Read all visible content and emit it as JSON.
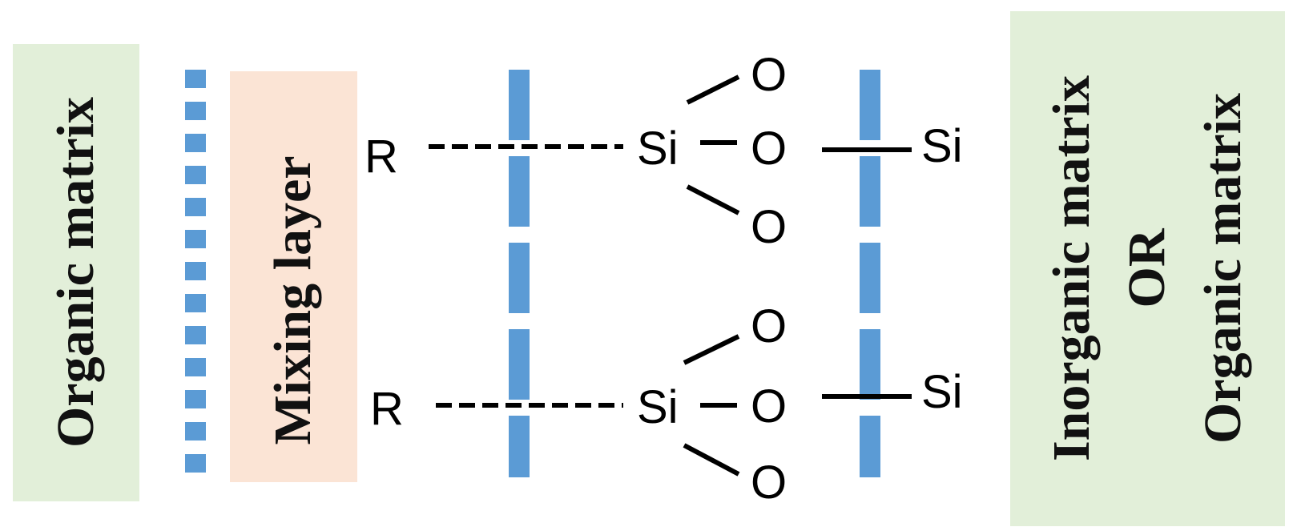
{
  "colors": {
    "matrix_fill": "#e2efd9",
    "mixing_fill": "#fbe4d5",
    "interface_line": "#5b9bd5",
    "bond": "#000000"
  },
  "labels": {
    "organic_matrix_left": "Organic matrix",
    "mixing_layer": "Mixing layer",
    "right_line1": "Inorganic matrix",
    "right_line2": "OR",
    "right_line3": "Organic matrix"
  },
  "atoms": {
    "r_top": "R",
    "r_bottom": "R",
    "si_top": "Si",
    "si_bottom": "Si",
    "si_right_top": "Si",
    "si_right_bottom": "Si",
    "o_top_1": "O",
    "o_top_2": "O",
    "o_top_3": "O",
    "o_bottom_1": "O",
    "o_bottom_2": "O",
    "o_bottom_3": "O"
  }
}
